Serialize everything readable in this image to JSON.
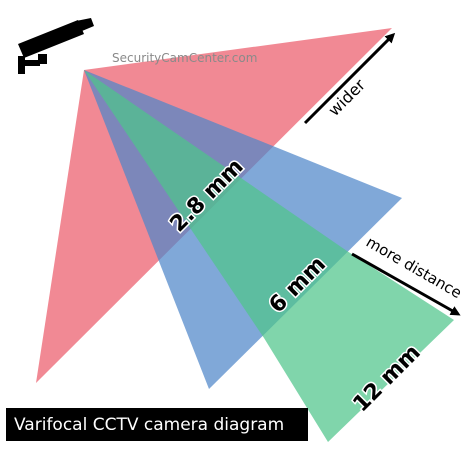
{
  "watermark": "SecurityCamCenter.com",
  "labels": {
    "wide": "2.8 mm",
    "mid": "6 mm",
    "tele": "12 mm",
    "wider": "wider",
    "more_distance": "more distance"
  },
  "caption": "Varifocal CCTV camera diagram",
  "colors": {
    "wide_cone": "#ee6f7c",
    "mid_cone": "#4f86c9",
    "tele_cone": "#4fc58a",
    "arrow": "#000000",
    "caption_bg": "#000000",
    "caption_text": "#ffffff"
  },
  "icons": {
    "camera": "cctv-camera-icon"
  }
}
